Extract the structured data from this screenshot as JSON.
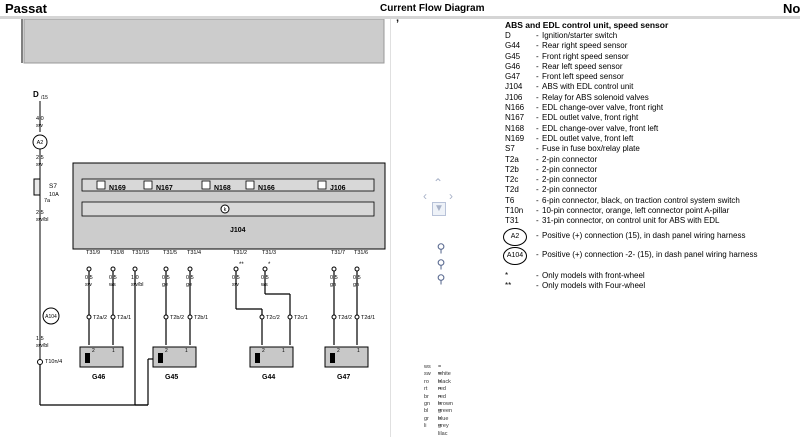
{
  "header": {
    "left_title": "Passat",
    "center_title": "Current Flow Diagram",
    "right_fragment": "No"
  },
  "marker": "’",
  "diagram": {
    "d15": "D",
    "d15_sub": "/15",
    "wire_top": "4,0",
    "wire_top_color": "sw",
    "conn_a2": "A2",
    "wire_mid": "2,5",
    "wire_mid_color": "sw",
    "fuse": "S7",
    "fuse_rating": "10A",
    "fuse_term": "7a",
    "wire_low": "2,5",
    "wire_low_color": "sw/bl",
    "conn_a104": "A104",
    "wire_a104": "1,5",
    "wire_a104_color": "sw/bl",
    "t10n": "T10n/4",
    "unit_label": "J104",
    "unit_symbol": "k",
    "valves": [
      "N169",
      "N167",
      "N168",
      "N166",
      "J106"
    ],
    "pins": [
      "T31/9",
      "T31/8",
      "T31/15",
      "T31/5",
      "T31/4",
      "T31/2",
      "T31/3",
      "T31/7",
      "T31/6"
    ],
    "pin_marks": [
      "",
      "",
      "",
      "",
      "",
      "**",
      "*",
      "",
      ""
    ],
    "wire_sizes": [
      "0,5",
      "0,5",
      "1,0",
      "0,5",
      "0,5",
      "0,5",
      "0,5",
      "0,5",
      "0,5"
    ],
    "wire_colors": [
      "sw",
      "ws",
      "sw/bl",
      "ge",
      "ge",
      "sw",
      "ws",
      "gn",
      "gn"
    ],
    "connectors": [
      "T2a/2",
      "T2a/1",
      "T2b/2",
      "T2b/1",
      "T2c/2",
      "T2c/1",
      "T2d/2",
      "T2d/1"
    ],
    "sensors": [
      "G46",
      "G45",
      "G44",
      "G47"
    ],
    "sensor_pin_labels": [
      "2",
      "1",
      "2",
      "1",
      "2",
      "1",
      "2",
      "1"
    ]
  },
  "legend": {
    "title": "ABS and EDL control unit, speed sensor",
    "rows": [
      {
        "code": "D",
        "desc": "Ignition/starter switch"
      },
      {
        "code": "G44",
        "desc": "Rear right speed sensor"
      },
      {
        "code": "G45",
        "desc": "Front right speed sensor"
      },
      {
        "code": "G46",
        "desc": "Rear left speed sensor"
      },
      {
        "code": "G47",
        "desc": "Front left speed sensor"
      },
      {
        "code": "J104",
        "desc": "ABS with EDL control unit"
      },
      {
        "code": "J106",
        "desc": "Relay for ABS solenoid valves"
      },
      {
        "code": "N166",
        "desc": "EDL change-over valve, front right"
      },
      {
        "code": "N167",
        "desc": "EDL outlet valve, front right"
      },
      {
        "code": "N168",
        "desc": "EDL change-over valve, front left"
      },
      {
        "code": "N169",
        "desc": "EDL outlet valve, front left"
      },
      {
        "code": "S7",
        "desc": "Fuse in fuse box/relay plate"
      },
      {
        "code": "T2a",
        "desc": "2-pin connector"
      },
      {
        "code": "T2b",
        "desc": "2-pin connector"
      },
      {
        "code": "T2c",
        "desc": "2-pin connector"
      },
      {
        "code": "T2d",
        "desc": "2-pin connector"
      },
      {
        "code": "T6",
        "desc": "6-pin connector, black, on traction control system switch"
      },
      {
        "code": "T10n",
        "desc": "10-pin connector, orange, left connector point A-pillar"
      },
      {
        "code": "T31",
        "desc": "31-pin connector, on control unit for ABS with EDL"
      }
    ],
    "circle_rows": [
      {
        "code": "A2",
        "desc": "Positive (+) connection (15), in dash panel wiring harness"
      },
      {
        "code": "A104",
        "desc": "Positive (+) connection -2- (15), in dash panel wiring harness"
      }
    ],
    "notes": [
      {
        "code": "*",
        "desc": "Only models with front-wheel"
      },
      {
        "code": "**",
        "desc": "Only models with Four-wheel"
      }
    ]
  },
  "color_key": [
    {
      "abbr": "ws",
      "name": "= white"
    },
    {
      "abbr": "sw",
      "name": "= black"
    },
    {
      "abbr": "ro",
      "name": "= red"
    },
    {
      "abbr": "rt",
      "name": "= red"
    },
    {
      "abbr": "br",
      "name": "= brown"
    },
    {
      "abbr": "gn",
      "name": "= green"
    },
    {
      "abbr": "bl",
      "name": "= blue"
    },
    {
      "abbr": "gr",
      "name": "= grey"
    },
    {
      "abbr": "li",
      "name": "= lilac"
    }
  ],
  "nav": {
    "up": "up-arrow-icon",
    "left": "left-arrow-icon",
    "right": "right-arrow-icon",
    "down": "down-arrow-icon",
    "center": "fit-page-icon",
    "zoom": [
      "zoom-in-icon",
      "zoom-out-icon",
      "zoom-reset-icon"
    ]
  }
}
